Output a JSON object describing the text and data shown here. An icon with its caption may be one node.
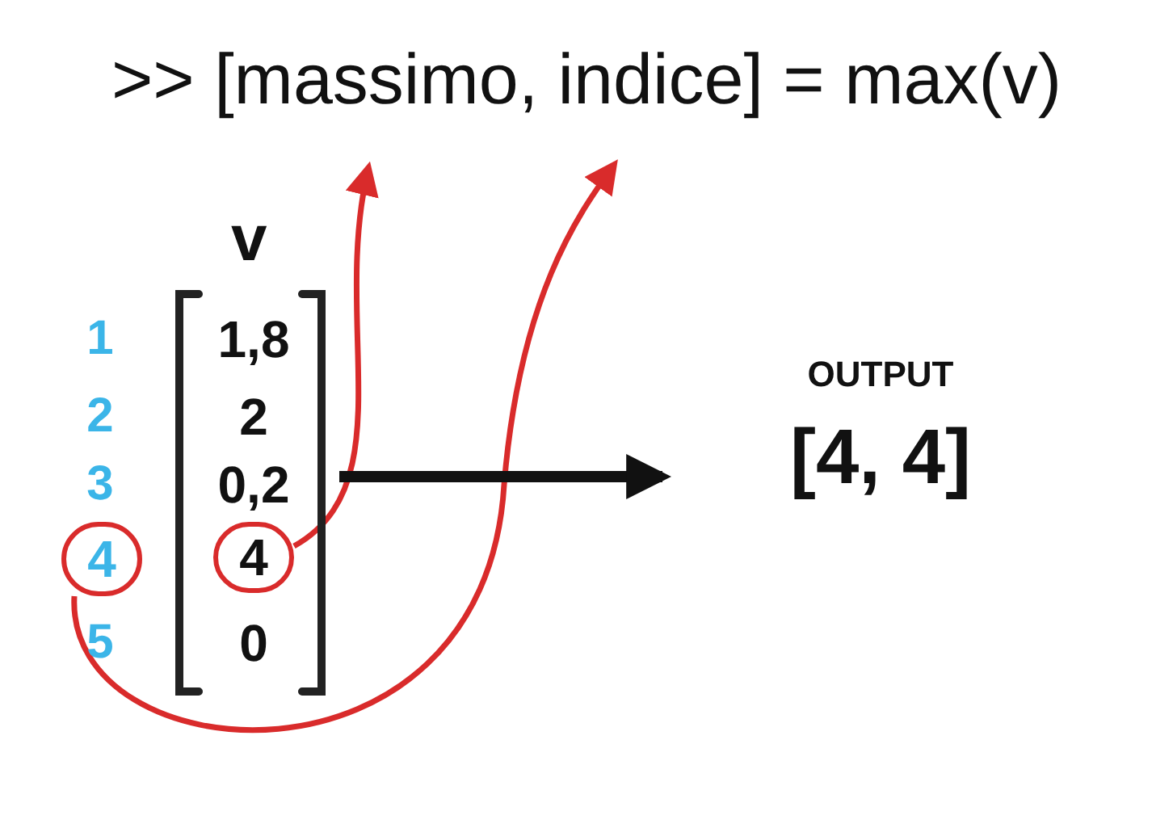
{
  "diagram": {
    "title": ">> [massimo, indice] = max(v)",
    "nodes": [
      {
        "text": [
          "v"
        ]
      },
      {
        "text": [
          "4"
        ],
        "in": 0
      },
      {
        "text": [
          "4"
        ]
      },
      {
        "text": [
          "OUTPUT",
          "[4, 4]"
        ]
      }
    ],
    "edges": [
      {
        "from": 1,
        "to": null,
        "arrow": "to",
        "color": "#d92b2b"
      },
      {
        "from": 2,
        "to": null,
        "arrow": "to",
        "color": "#d92b2b"
      },
      {
        "from": 0,
        "to": 3,
        "arrow": "to",
        "style": "thick",
        "color": "#111111"
      }
    ],
    "labels": [
      "1",
      "1,8",
      "2",
      "2",
      "3",
      "0,2",
      "5",
      "0"
    ]
  }
}
